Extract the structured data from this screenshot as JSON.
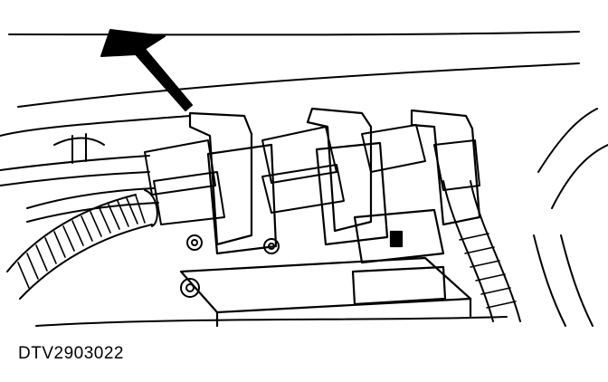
{
  "figure": {
    "code": "DTV2903022",
    "ink_color": "#000000",
    "paper_color": "#ffffff",
    "parts": [
      "pointer-arrow",
      "ignition-coil-pack",
      "spark-plug-wire",
      "coil-connector",
      "wiring-conduit",
      "mounting-bolt"
    ]
  }
}
